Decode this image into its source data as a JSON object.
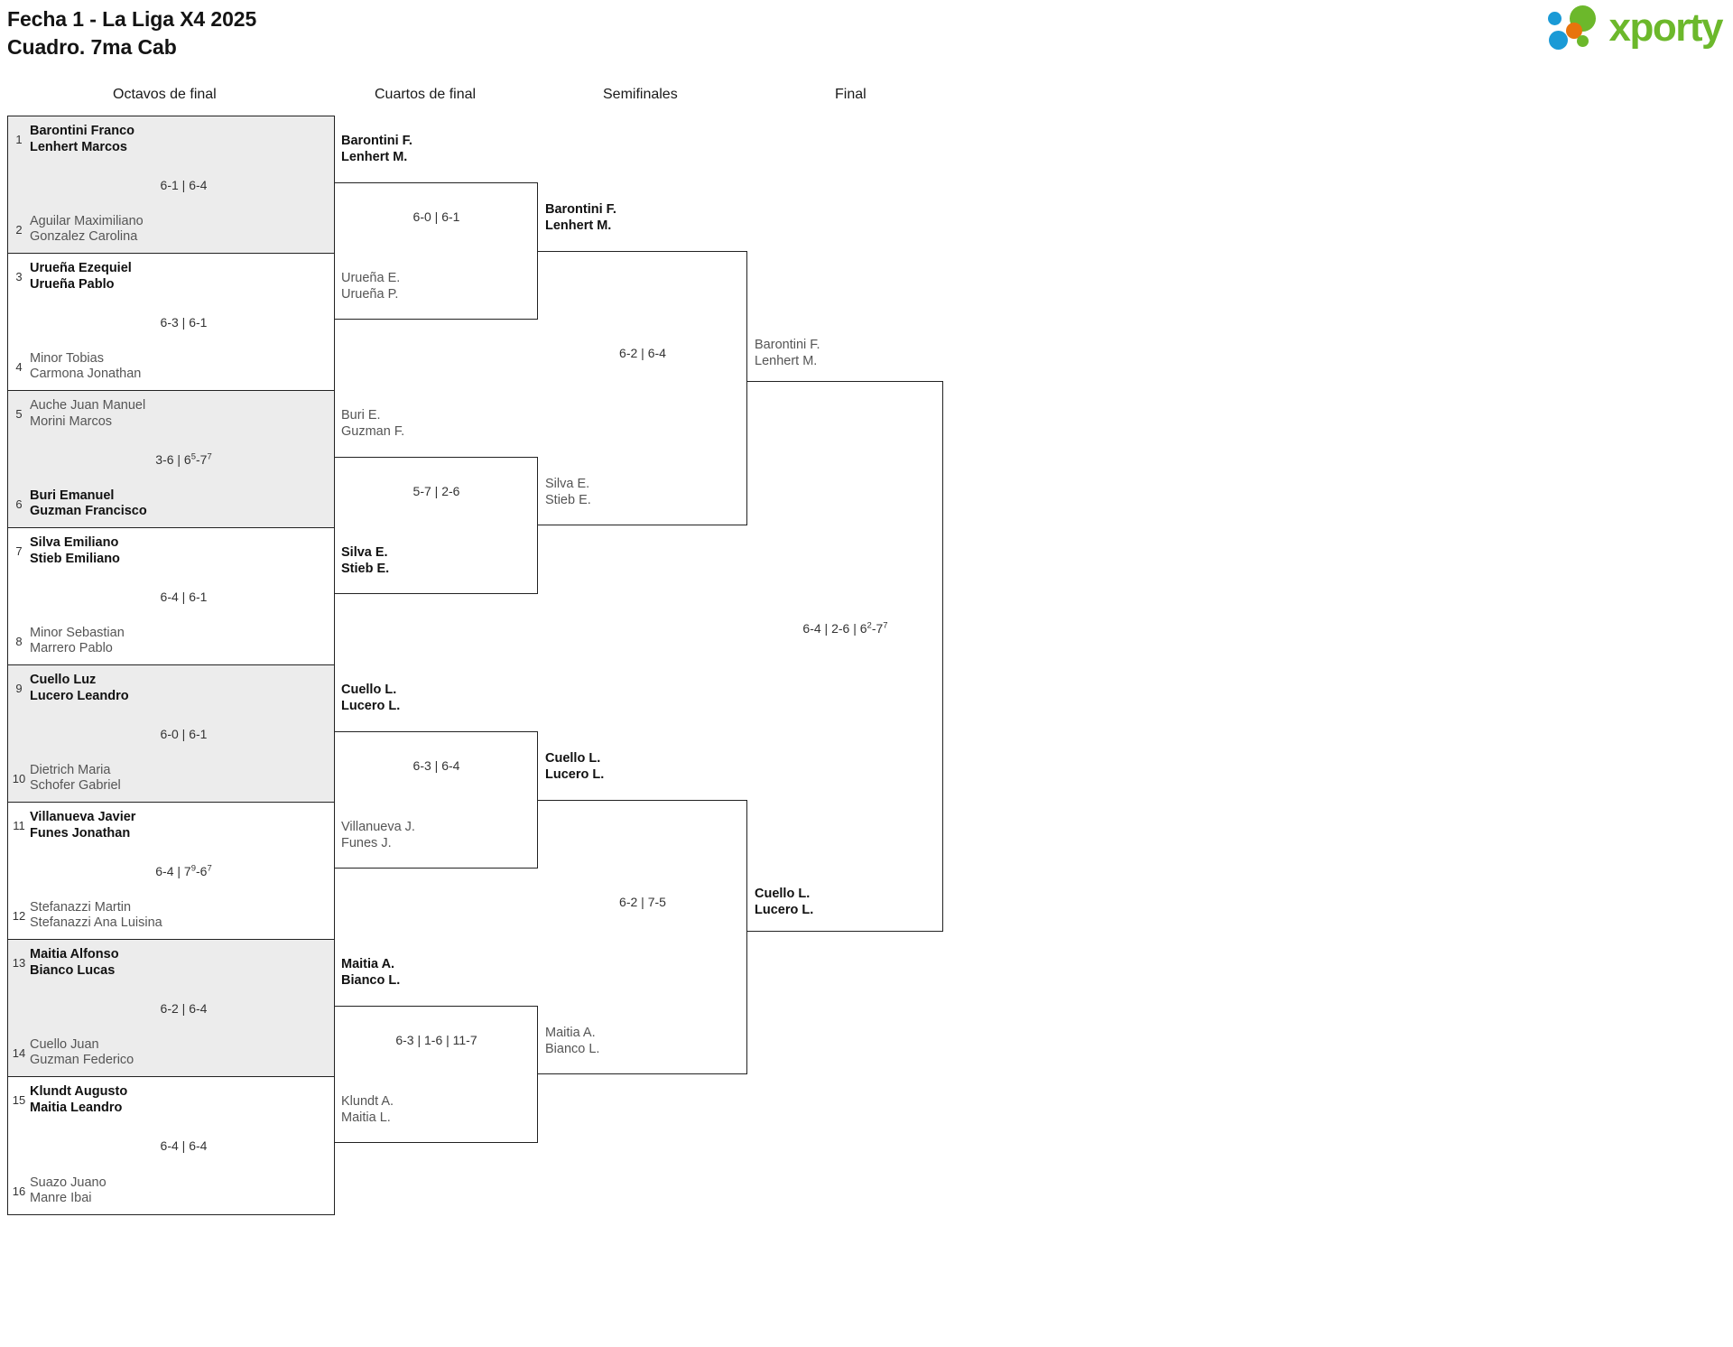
{
  "header": {
    "title_line1": "Fecha 1 - La Liga X4 2025",
    "title_line2": "Cuadro. 7ma Cab",
    "logo_text": "xporty"
  },
  "rounds": [
    {
      "key": "r16",
      "label": "Octavos de final"
    },
    {
      "key": "qf",
      "label": "Cuartos de final"
    },
    {
      "key": "sf",
      "label": "Semifinales"
    },
    {
      "key": "f",
      "label": "Final"
    }
  ],
  "round_of_16": [
    {
      "shaded": true,
      "top": {
        "seed": "1",
        "p1": "Barontini Franco",
        "p2": "Lenhert Marcos",
        "result": "winner"
      },
      "bottom": {
        "seed": "2",
        "p1": "Aguilar Maximiliano",
        "p2": "Gonzalez Carolina",
        "result": "loser"
      },
      "score_plain": "6-1 | 6-4",
      "score_parts": [
        {
          "t": "6-1 | 6-4",
          "sup": ""
        }
      ]
    },
    {
      "shaded": false,
      "top": {
        "seed": "3",
        "p1": "Urueña Ezequiel",
        "p2": "Urueña Pablo",
        "result": "winner"
      },
      "bottom": {
        "seed": "4",
        "p1": "Minor Tobias",
        "p2": "Carmona Jonathan",
        "result": "loser"
      },
      "score_plain": "6-3 | 6-1",
      "score_parts": [
        {
          "t": "6-3 | 6-1",
          "sup": ""
        }
      ]
    },
    {
      "shaded": true,
      "top": {
        "seed": "5",
        "p1": "Auche Juan Manuel",
        "p2": "Morini Marcos",
        "result": "loser"
      },
      "bottom": {
        "seed": "6",
        "p1": "Buri Emanuel",
        "p2": "Guzman Francisco",
        "result": "winner"
      },
      "score_plain": "3-6 | 6(5)-7(7)",
      "score_parts": [
        {
          "t": "3-6 | 6",
          "sup": "5"
        },
        {
          "t": "-7",
          "sup": "7"
        }
      ]
    },
    {
      "shaded": false,
      "top": {
        "seed": "7",
        "p1": "Silva Emiliano",
        "p2": "Stieb Emiliano",
        "result": "winner"
      },
      "bottom": {
        "seed": "8",
        "p1": "Minor Sebastian",
        "p2": "Marrero Pablo",
        "result": "loser"
      },
      "score_plain": "6-4 | 6-1",
      "score_parts": [
        {
          "t": "6-4 | 6-1",
          "sup": ""
        }
      ]
    },
    {
      "shaded": true,
      "top": {
        "seed": "9",
        "p1": "Cuello Luz",
        "p2": "Lucero Leandro",
        "result": "winner"
      },
      "bottom": {
        "seed": "10",
        "p1": "Dietrich Maria",
        "p2": "Schofer Gabriel",
        "result": "loser"
      },
      "score_plain": "6-0 | 6-1",
      "score_parts": [
        {
          "t": "6-0 | 6-1",
          "sup": ""
        }
      ]
    },
    {
      "shaded": false,
      "top": {
        "seed": "11",
        "p1": "Villanueva Javier",
        "p2": "Funes Jonathan",
        "result": "winner"
      },
      "bottom": {
        "seed": "12",
        "p1": "Stefanazzi Martin",
        "p2": "Stefanazzi Ana Luisina",
        "result": "loser"
      },
      "score_plain": "6-4 | 7(9)-6(7)",
      "score_parts": [
        {
          "t": "6-4 | 7",
          "sup": "9"
        },
        {
          "t": "-6",
          "sup": "7"
        }
      ]
    },
    {
      "shaded": true,
      "top": {
        "seed": "13",
        "p1": "Maitia Alfonso",
        "p2": "Bianco Lucas",
        "result": "winner"
      },
      "bottom": {
        "seed": "14",
        "p1": "Cuello Juan",
        "p2": "Guzman Federico",
        "result": "loser"
      },
      "score_plain": "6-2 | 6-4",
      "score_parts": [
        {
          "t": "6-2 | 6-4",
          "sup": ""
        }
      ]
    },
    {
      "shaded": false,
      "top": {
        "seed": "15",
        "p1": "Klundt Augusto",
        "p2": "Maitia Leandro",
        "result": "winner"
      },
      "bottom": {
        "seed": "16",
        "p1": "Suazo Juano",
        "p2": "Manre Ibai",
        "result": "loser"
      },
      "score_plain": "6-4 | 6-4",
      "score_parts": [
        {
          "t": "6-4 | 6-4",
          "sup": ""
        }
      ]
    }
  ],
  "quarterfinals": [
    {
      "top": {
        "p1": "Barontini F.",
        "p2": "Lenhert M.",
        "result": "winner"
      },
      "bottom": {
        "p1": "Urueña E.",
        "p2": "Urueña P.",
        "result": "loser"
      },
      "score_plain": "6-0 | 6-1",
      "score_parts": [
        {
          "t": "6-0 | 6-1",
          "sup": ""
        }
      ]
    },
    {
      "top": {
        "p1": "Buri E.",
        "p2": "Guzman F.",
        "result": "loser"
      },
      "bottom": {
        "p1": "Silva E.",
        "p2": "Stieb E.",
        "result": "winner"
      },
      "score_plain": "5-7 | 2-6",
      "score_parts": [
        {
          "t": "5-7 | 2-6",
          "sup": ""
        }
      ]
    },
    {
      "top": {
        "p1": "Cuello L.",
        "p2": "Lucero L.",
        "result": "winner"
      },
      "bottom": {
        "p1": "Villanueva J.",
        "p2": "Funes J.",
        "result": "loser"
      },
      "score_plain": "6-3 | 6-4",
      "score_parts": [
        {
          "t": "6-3 | 6-4",
          "sup": ""
        }
      ]
    },
    {
      "top": {
        "p1": "Maitia A.",
        "p2": "Bianco L.",
        "result": "winner"
      },
      "bottom": {
        "p1": "Klundt A.",
        "p2": "Maitia L.",
        "result": "loser"
      },
      "score_plain": "6-3 | 1-6 | 11-7",
      "score_parts": [
        {
          "t": "6-3 | 1-6 | 11-7",
          "sup": ""
        }
      ]
    }
  ],
  "semifinals": [
    {
      "top": {
        "p1": "Barontini F.",
        "p2": "Lenhert M.",
        "result": "winner"
      },
      "bottom": {
        "p1": "Silva E.",
        "p2": "Stieb E.",
        "result": "loser"
      },
      "score_plain": "6-2 | 6-4",
      "score_parts": [
        {
          "t": "6-2 | 6-4",
          "sup": ""
        }
      ]
    },
    {
      "top": {
        "p1": "Cuello L.",
        "p2": "Lucero L.",
        "result": "winner"
      },
      "bottom": {
        "p1": "Maitia A.",
        "p2": "Bianco L.",
        "result": "loser"
      },
      "score_plain": "6-2 | 7-5",
      "score_parts": [
        {
          "t": "6-2 | 7-5",
          "sup": ""
        }
      ]
    }
  ],
  "final": {
    "top": {
      "p1": "Barontini F.",
      "p2": "Lenhert M.",
      "result": "loser"
    },
    "bottom": {
      "p1": "Cuello L.",
      "p2": "Lucero L.",
      "result": "winner"
    },
    "score_plain": "6-4 | 2-6 | 6(2)-7(7)",
    "score_parts": [
      {
        "t": "6-4 | 2-6 | 6",
        "sup": "2"
      },
      {
        "t": "-7",
        "sup": "7"
      }
    ]
  },
  "champion": {
    "p1": "Cuello L.",
    "p2": "Lucero L."
  },
  "colors": {
    "shade": "#ececec",
    "line": "#222222",
    "winner_text": "#111111",
    "loser_text": "#555555",
    "logo_green": "#6cb82b",
    "logo_blue": "#1a9ad6",
    "logo_orange": "#e8740c"
  }
}
